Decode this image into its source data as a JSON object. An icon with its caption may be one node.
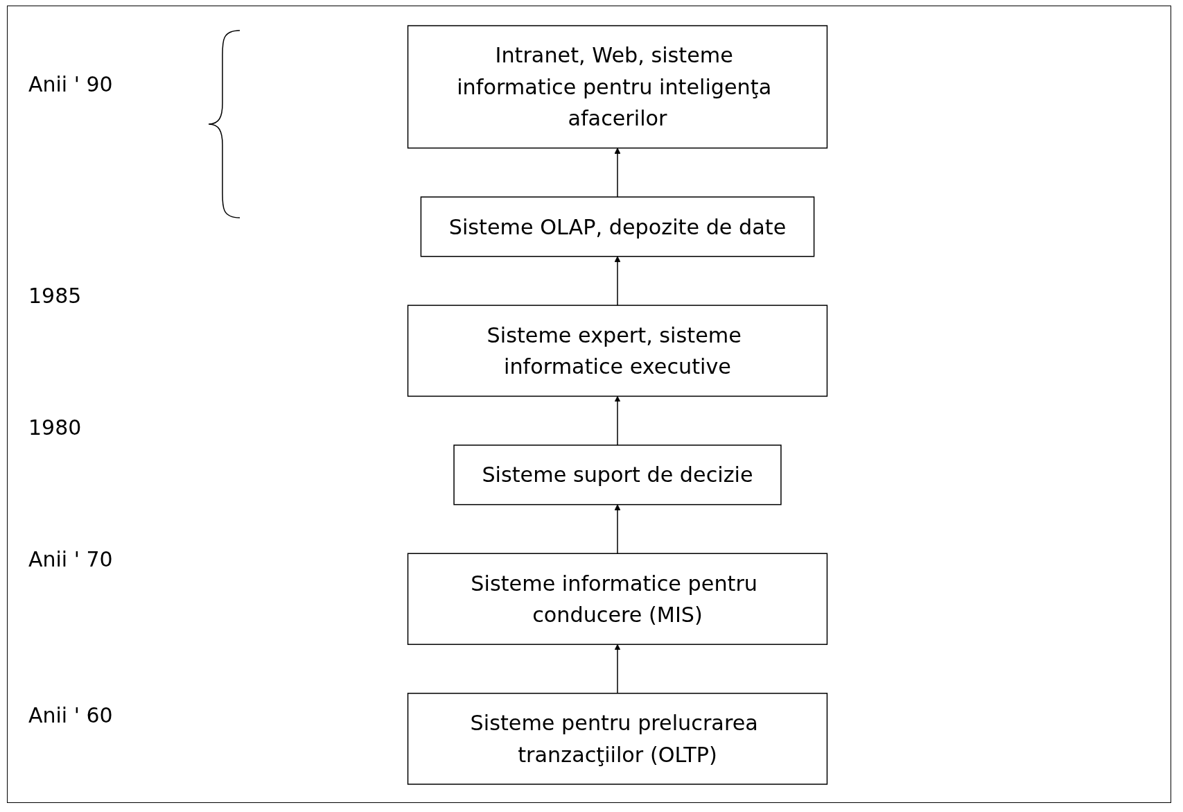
{
  "diagram": {
    "nodes": [
      {
        "text": [
          "Intranet, Web, sisteme informatice pentru inteligenţa afacerilor"
        ]
      },
      {
        "text": [
          "Sisteme OLAP, depozite de date"
        ]
      },
      {
        "text": [
          "Sisteme expert, sisteme informatice executive"
        ]
      },
      {
        "text": [
          "Sisteme suport de decizie"
        ]
      },
      {
        "text": [
          "Sisteme informatice pentru conducere (MIS)"
        ]
      },
      {
        "text": [
          "Sisteme pentru prelucrarea tranzacţiilor (OLTP)"
        ]
      }
    ],
    "edges": [
      {
        "from": 1,
        "to": 0,
        "arrow": "to"
      },
      {
        "from": 2,
        "to": 1,
        "arrow": "to"
      },
      {
        "from": 3,
        "to": 2,
        "arrow": "to"
      },
      {
        "from": 4,
        "to": 3,
        "arrow": "to"
      },
      {
        "from": 5,
        "to": 4,
        "arrow": "to"
      }
    ],
    "labels": [
      "Anii ' 90",
      "1985",
      "1980",
      "Anii ' 70",
      "Anii ' 60"
    ]
  }
}
